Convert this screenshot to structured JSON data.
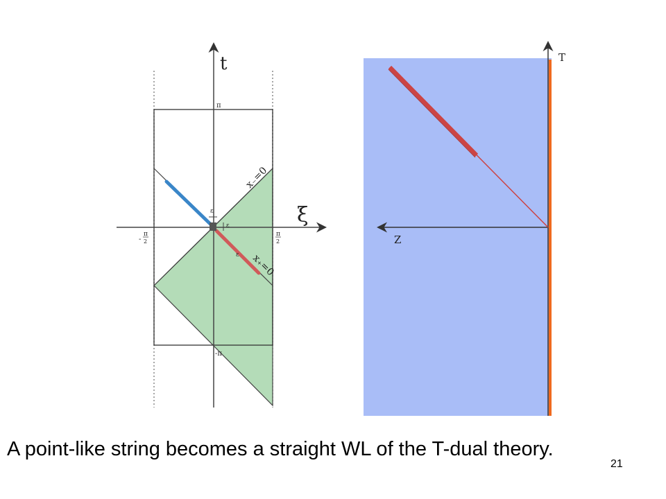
{
  "left_diagram": {
    "axis_t_label": "t",
    "axis_xi_label": "ξ",
    "tick_pi_top": "π",
    "tick_pi_bottom": "-π",
    "tick_left_num": "π",
    "tick_left_prefix": "-",
    "tick_left_den": "2",
    "tick_right_num": "π",
    "tick_right_den": "2",
    "eps_label": "ε",
    "line_minus_label": "x₋=0",
    "line_plus_label": "x₊=0",
    "colors": {
      "green_region": "#b4dcb8",
      "blue_segment": "#3a86c8",
      "red_segment": "#d05a5a"
    }
  },
  "right_diagram": {
    "axis_T_label": "T",
    "axis_z_label": "Z",
    "colors": {
      "background": "#a9bdf7",
      "boundary": "#f06a1e",
      "wilson_line": "#cc4444"
    }
  },
  "caption": "A point-like string becomes a straight WL of the T-dual theory.",
  "page_number": "21"
}
